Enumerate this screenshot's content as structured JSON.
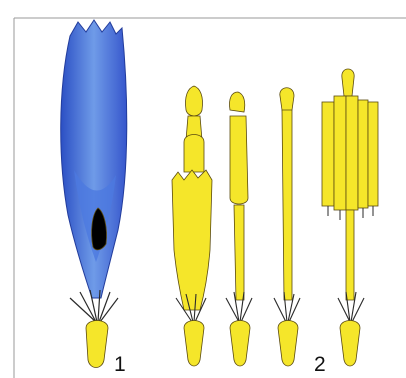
{
  "labels": {
    "left": "1",
    "right": "2"
  },
  "colors": {
    "corolla_blue": "#3a5fd0",
    "corolla_light": "#6f9be8",
    "yellow": "#f5e62a",
    "hair": "#2a2a2a",
    "frame": "#9a9a9a"
  },
  "icons": {
    "floret": "tubular-floret-with-corolla",
    "stamen_parts": "floret-parts-illustration"
  }
}
